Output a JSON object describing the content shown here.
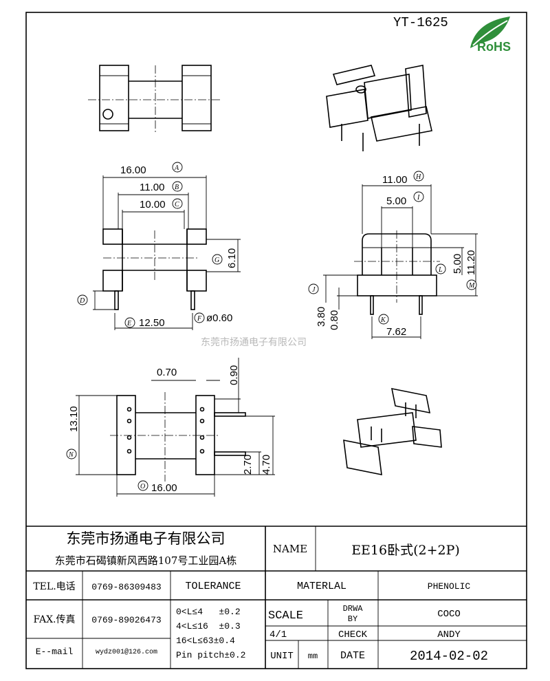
{
  "part_number": "YT-1625",
  "logo_text": "RoHS",
  "watermark": "东莞市扬通电子有限公司",
  "dimensions": {
    "A": "16.00",
    "B": "11.00",
    "C": "10.00",
    "D": "",
    "E": "12.50",
    "F": "ø0.60",
    "G": "6.10",
    "H": "11.00",
    "I": "5.00",
    "J": "3.80",
    "J2": "0.80",
    "K": "7.62",
    "L": "5.00",
    "M": "11.20",
    "top1": "0.70",
    "top2": "0.90",
    "N": "13.10",
    "O": "16.00",
    "side1": "2.70",
    "side2": "4.70"
  },
  "labels": [
    "A",
    "B",
    "C",
    "D",
    "E",
    "F",
    "G",
    "H",
    "I",
    "J",
    "K",
    "L",
    "M",
    "N",
    "O"
  ],
  "title_block": {
    "company": "东莞市扬通电子有限公司",
    "address": "东莞市石碣镇新风西路107号工业园A栋",
    "name_label": "NAME",
    "name_value": "EE16卧式(2+2P)",
    "tel_label": "TEL.电话",
    "tel_value": "0769-86309483",
    "fax_label": "FAX.传真",
    "fax_value": "0769-89026473",
    "email_label": "E--mail",
    "email_value": "wydz001@126.com",
    "tolerance_label": "TOLERANCE",
    "tolerances": [
      "0<L≤4   ±0.2",
      "4<L≤16  ±0.3",
      "16<L≤63±0.4",
      "Pin pitch±0.2"
    ],
    "material_label": "MATERLAL",
    "material_value": "PHENOLIC",
    "scale_label": "SCALE",
    "scale_value": "4/1",
    "drawn_label_1": "DRWA",
    "drawn_label_2": "BY",
    "drawn_value": "COCO",
    "check_label": "CHECK",
    "check_value": "ANDY",
    "unit_label": "UNIT",
    "unit_value": "mm",
    "date_label": "DATE",
    "date_value": "2014-02-02"
  }
}
